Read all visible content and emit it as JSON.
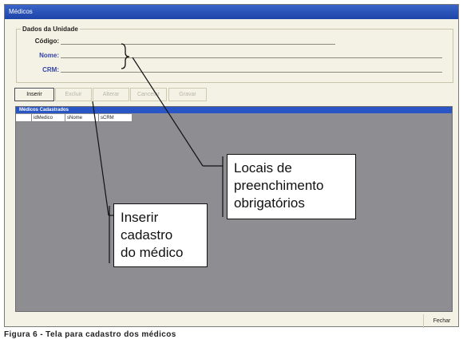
{
  "window": {
    "title": "Médicos"
  },
  "form": {
    "group_title": "Dados da Unidade",
    "fields": [
      {
        "label": "Código:",
        "value": "",
        "color": "#222222"
      },
      {
        "label": "Nome:",
        "value": "",
        "color": "#3344aa"
      },
      {
        "label": "CRM:",
        "value": "",
        "color": "#3344aa"
      }
    ]
  },
  "toolbar": {
    "buttons": [
      {
        "label": "Inserir",
        "enabled": true
      },
      {
        "label": "Excluir",
        "enabled": false
      },
      {
        "label": "Alterar",
        "enabled": false
      },
      {
        "label": "Cancelar",
        "enabled": false
      },
      {
        "label": "Gravar",
        "enabled": false
      }
    ]
  },
  "grid": {
    "title": "Médicos Cadastrados",
    "columns": [
      "idMedico",
      "sNome",
      "sCRM"
    ]
  },
  "footer": {
    "close_label": "Fechar"
  },
  "annotations": {
    "required_fields_note": [
      "Locais de",
      "preenchimento",
      "obrigatórios"
    ],
    "insert_note": [
      "Inserir",
      "cadastro",
      "do médico"
    ]
  },
  "caption": "Figura 6 - Tela para cadastro dos médicos"
}
